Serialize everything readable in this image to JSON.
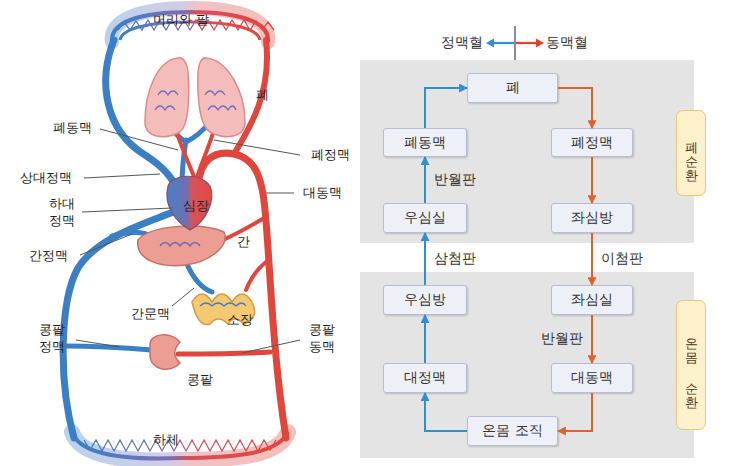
{
  "diagram": {
    "nodes": [
      {
        "text": [
          "폐순환"
        ]
      },
      {
        "text": [
          "폐"
        ],
        "in": 0
      },
      {
        "text": [
          "폐동맥"
        ],
        "in": 0
      },
      {
        "text": [
          "폐정맥"
        ],
        "in": 0
      },
      {
        "text": [
          "우심실"
        ],
        "in": 0
      },
      {
        "text": [
          "좌심방"
        ],
        "in": 0
      },
      {
        "text": [
          "온몸 순환"
        ]
      },
      {
        "text": [
          "우심방"
        ],
        "in": 6
      },
      {
        "text": [
          "좌심실"
        ],
        "in": 6
      },
      {
        "text": [
          "대정맥"
        ],
        "in": 6
      },
      {
        "text": [
          "대동맥"
        ],
        "in": 6
      },
      {
        "text": [
          "온몸 조직"
        ],
        "in": 6
      }
    ],
    "edges": [
      {
        "from": 2,
        "to": 1,
        "arrow": "to"
      },
      {
        "from": 1,
        "to": 3,
        "arrow": "to"
      },
      {
        "from": 3,
        "to": 5,
        "arrow": "to"
      },
      {
        "from": 4,
        "to": 2,
        "label": "반월판",
        "arrow": "to"
      },
      {
        "from": 7,
        "to": 4,
        "label": "삼첨판",
        "arrow": "to"
      },
      {
        "from": 5,
        "to": 8,
        "label": "이첨판",
        "arrow": "to"
      },
      {
        "from": 8,
        "to": 10,
        "label": "반월판",
        "arrow": "to"
      },
      {
        "from": 10,
        "to": 11,
        "arrow": "to"
      },
      {
        "from": 11,
        "to": 9,
        "arrow": "to"
      },
      {
        "from": 9,
        "to": 7,
        "arrow": "to"
      }
    ],
    "labels": [
      "머리와 팔",
      "폐",
      "폐동맥",
      "폐정맥",
      "상대정맥",
      "하대 정맥",
      "대동맥",
      "심장",
      "간",
      "간정맥",
      "간문맥",
      "소장",
      "콩팥 정맥",
      "콩팥 동맥",
      "콩팥",
      "하체"
    ],
    "legend": [
      {
        "text": "정맥혈",
        "color": "#2f8fd0"
      },
      {
        "text": "동맥혈",
        "color": "#e0442a"
      }
    ]
  }
}
